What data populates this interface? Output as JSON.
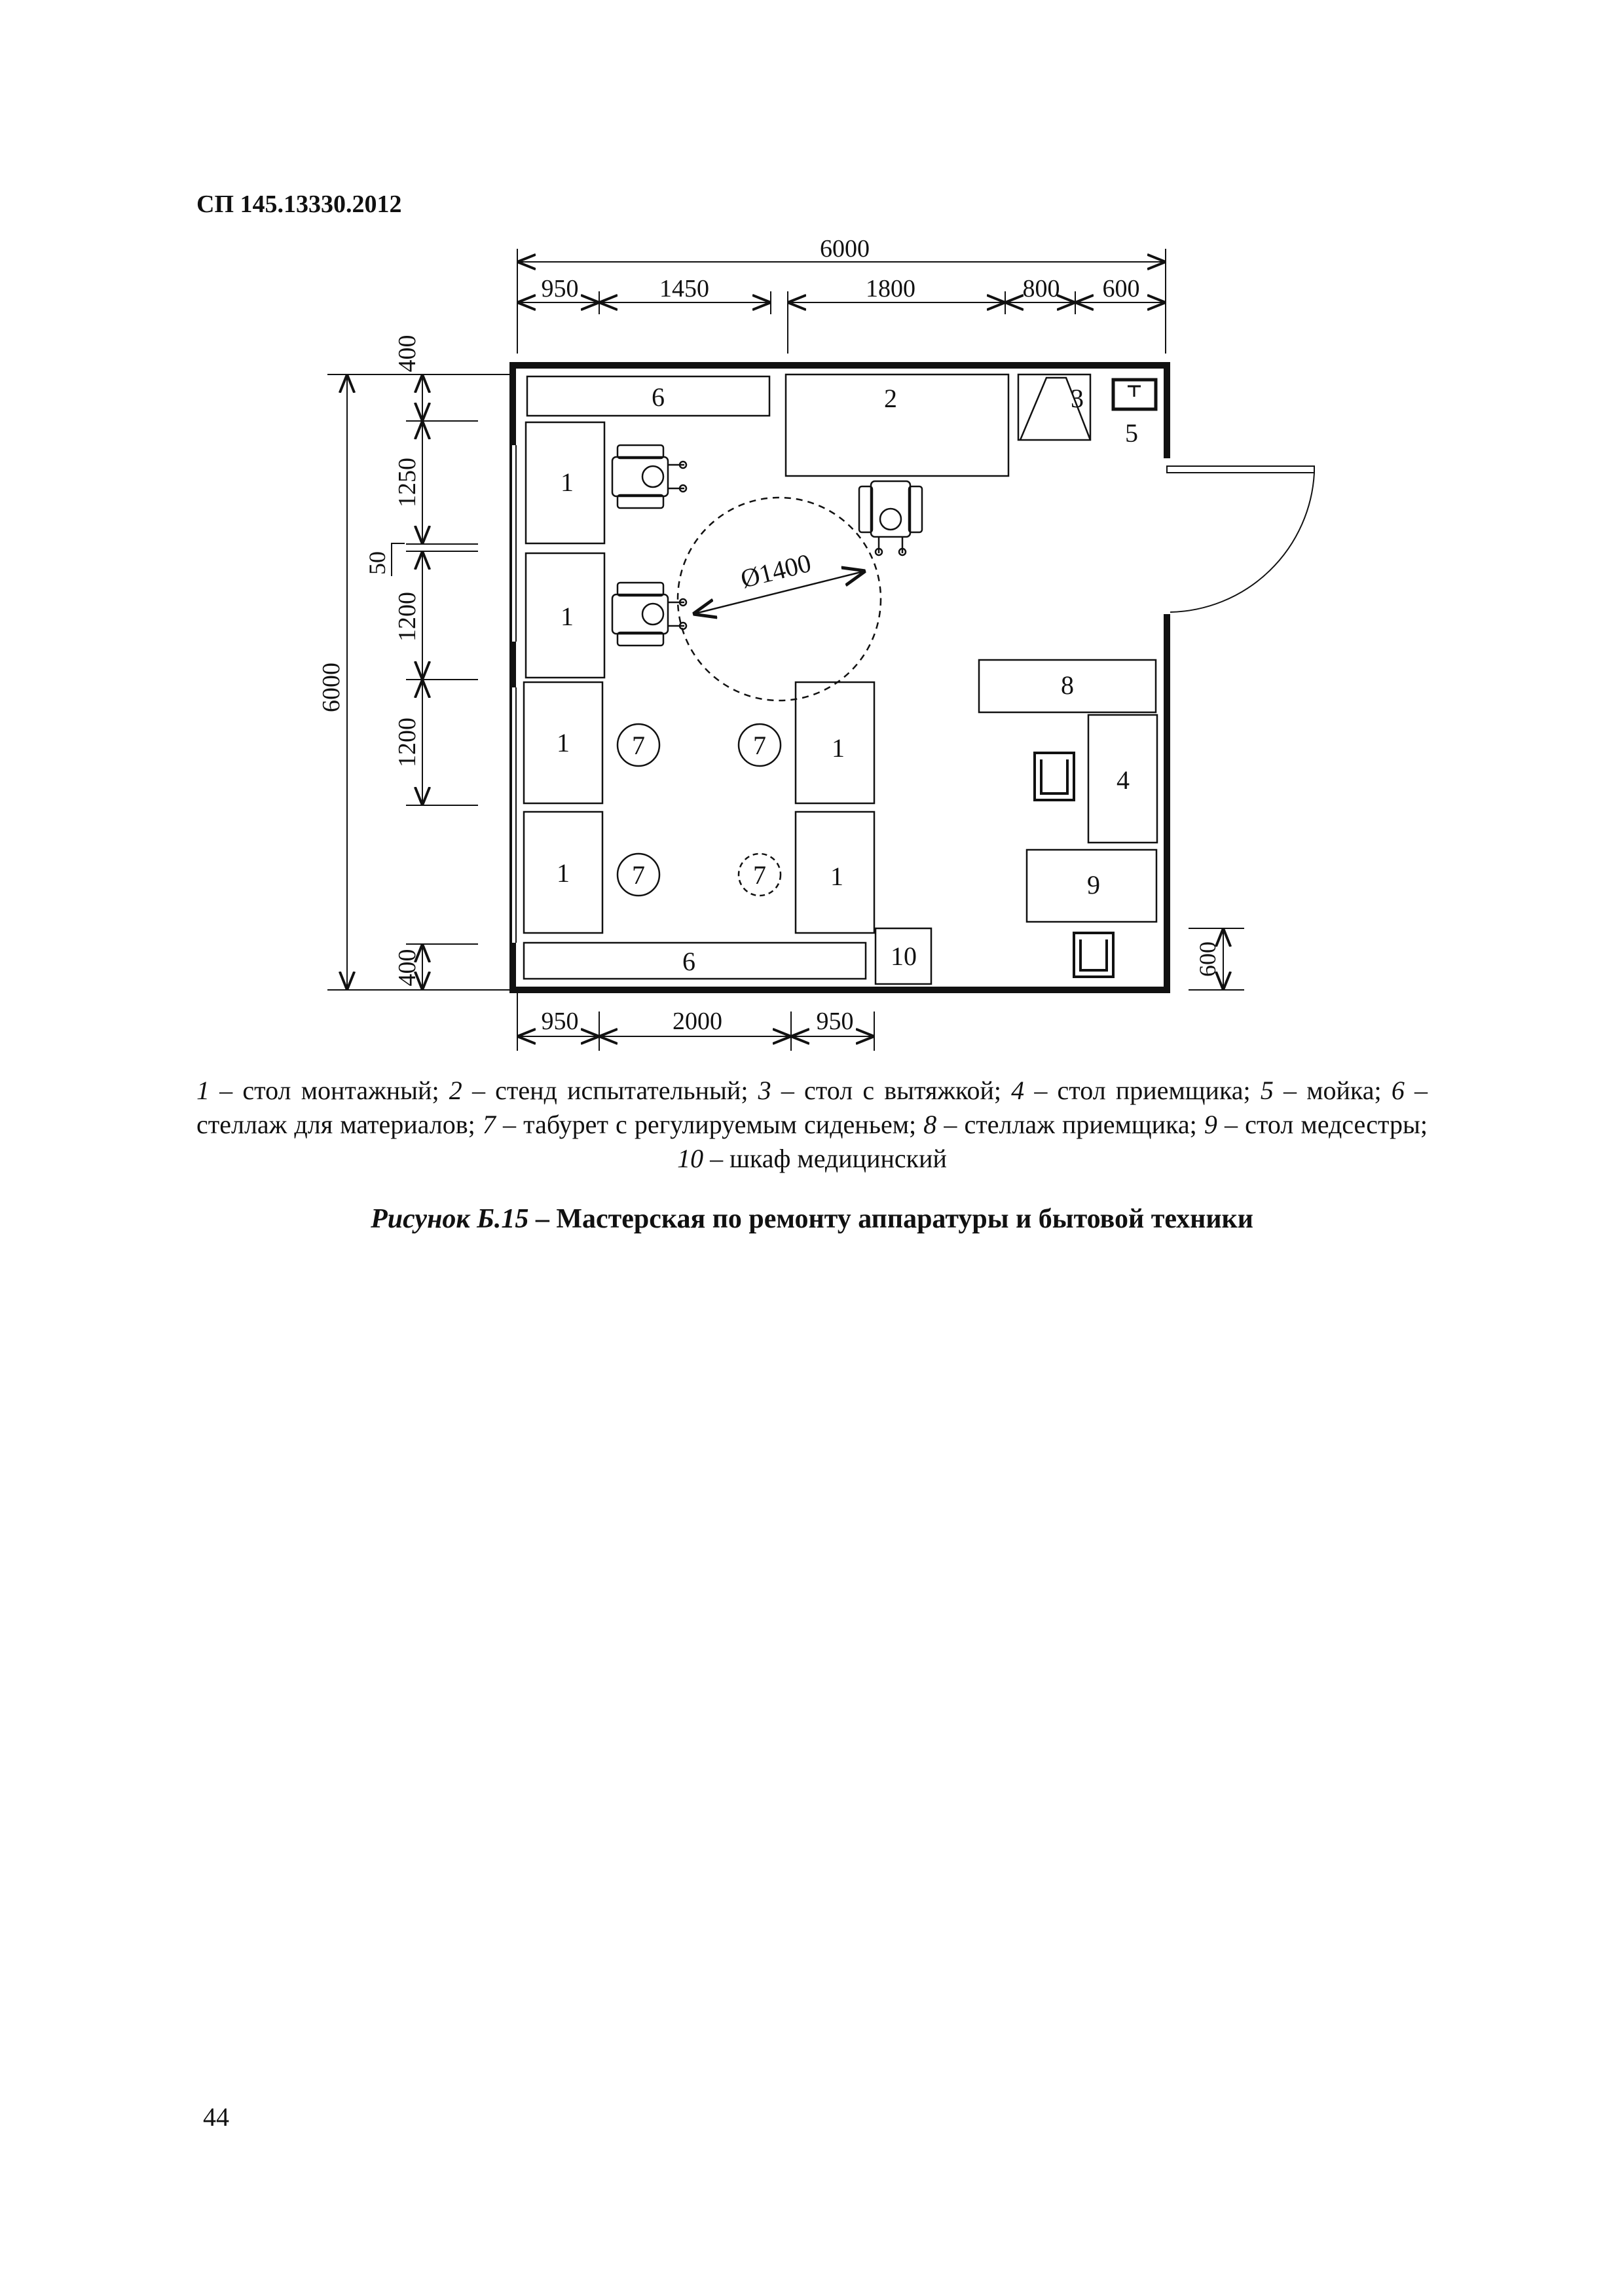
{
  "document": {
    "header": "СП 145.13330.2012",
    "page_number": "44"
  },
  "plan": {
    "top_dims": {
      "overall": "6000",
      "d1": "950",
      "d2": "1450",
      "d3": "1800",
      "d4": "800",
      "d5": "600"
    },
    "left_dims": {
      "overall": "6000",
      "d1": "400",
      "d2": "1250",
      "d3": "50",
      "d4": "1200",
      "d5": "1200",
      "d6": "400"
    },
    "bottom_dims": {
      "d1": "950",
      "d2": "2000",
      "d3": "950"
    },
    "right_dims": {
      "d1": "600"
    },
    "circle_label": "Ø1400",
    "labels": {
      "shelf_top": "6",
      "stand": "2",
      "hood_table": "3",
      "sink": "5",
      "table_a": "1",
      "table_b": "1",
      "table_c": "1",
      "table_d": "1",
      "table_e": "1",
      "table_f": "1",
      "stool_a": "7",
      "stool_b": "7",
      "stool_c": "7",
      "stool_d": "7",
      "rack_receiver": "8",
      "receiver_table": "4",
      "nurse_table": "9",
      "shelf_bottom": "6",
      "cabinet": "10"
    }
  },
  "caption": {
    "items": [
      {
        "n": "1",
        "text": " – стол монтажный; "
      },
      {
        "n": "2",
        "text": " – стенд испытательный; "
      },
      {
        "n": "3",
        "text": " – стол с вытяжкой; "
      },
      {
        "n": "4",
        "text": " – стол приемщика; "
      },
      {
        "n": "5",
        "text": " – мойка; "
      },
      {
        "n": "6",
        "text": " – стеллаж для материалов; "
      },
      {
        "n": "7",
        "text": " – табурет с регулируемым сиденьем; "
      },
      {
        "n": "8",
        "text": " – стеллаж приемщика; "
      },
      {
        "n": "9",
        "text": " – стол медсестры; "
      },
      {
        "n": "10",
        "text": " – шкаф медицинский"
      }
    ]
  },
  "figure": {
    "label": "Рисунок Б.15",
    "separator": " – ",
    "title": "Мастерская по ремонту аппаратуры и бытовой техники"
  }
}
